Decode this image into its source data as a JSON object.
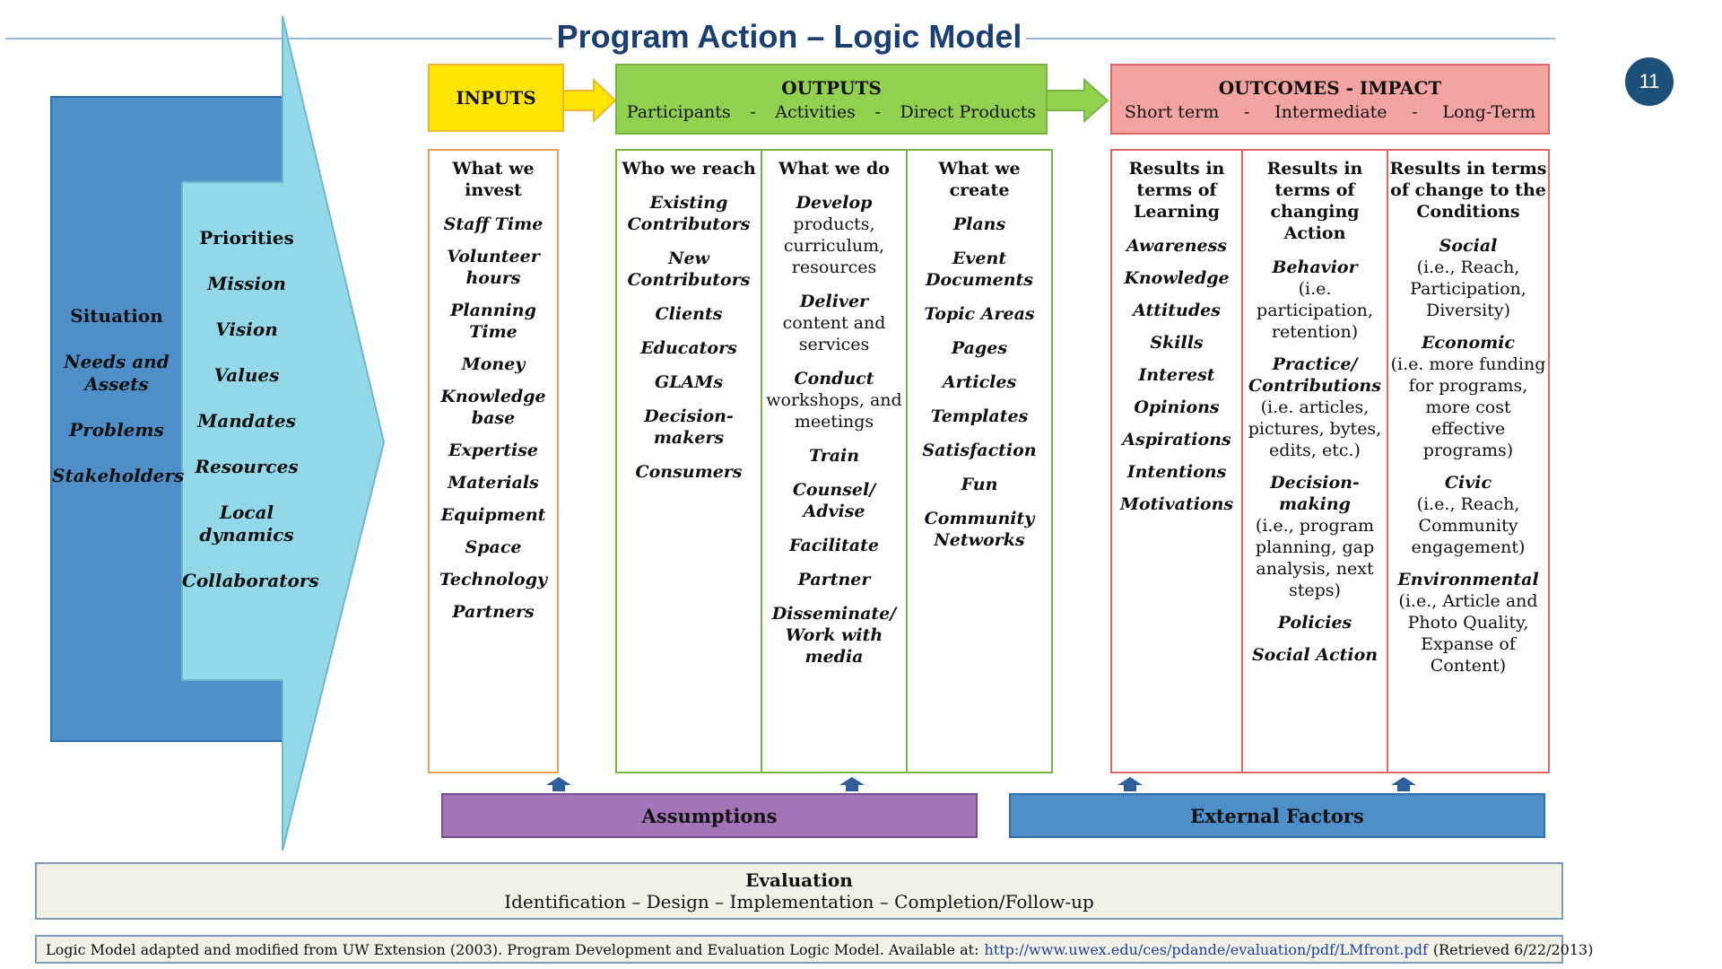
{
  "page": {
    "title": "Program Action – Logic Model",
    "page_number": "11"
  },
  "left": {
    "situation": [
      {
        "text": "Situation",
        "italic": false
      },
      {
        "text": "Needs and Assets",
        "italic": true
      },
      {
        "text": "Problems",
        "italic": true
      },
      {
        "text": "Stakeholders",
        "italic": true
      }
    ],
    "priorities": [
      {
        "text": "Priorities",
        "italic": false
      },
      {
        "text": "Mission",
        "italic": true
      },
      {
        "text": "Vision",
        "italic": true
      },
      {
        "text": "Values",
        "italic": true
      },
      {
        "text": "Mandates",
        "italic": true
      },
      {
        "text": "Resources",
        "italic": true
      },
      {
        "text": "Local dynamics",
        "italic": true
      },
      {
        "text": "Collaborators",
        "italic": true
      }
    ]
  },
  "headers": {
    "inputs": "INPUTS",
    "outputs": {
      "title": "OUTPUTS",
      "subs": [
        "Participants",
        "-",
        "Activities",
        "-",
        "Direct Products"
      ]
    },
    "outcomes": {
      "title": "OUTCOMES - IMPACT",
      "subs": [
        "Short term",
        "-",
        "Intermediate",
        "-",
        "Long-Term"
      ]
    }
  },
  "columns": {
    "inputs": {
      "head": "What we invest",
      "items": [
        "Staff Time",
        "Volunteer hours",
        "Planning Time",
        "Money",
        "Knowledge base",
        "Expertise",
        "Materials",
        "Equipment",
        "Space",
        "Technology",
        "Partners"
      ]
    },
    "participants": {
      "head": "Who we reach",
      "items": [
        "Existing Contributors",
        "New Contributors",
        "Clients",
        "Educators",
        "GLAMs",
        "Decision-makers",
        "Consumers"
      ]
    },
    "activities": {
      "head": "What we do",
      "items": [
        {
          "t": "Develop",
          "d": "products, curriculum, resources"
        },
        {
          "t": "Deliver",
          "d": "content and services"
        },
        {
          "t": "Conduct",
          "d": "workshops, and meetings"
        },
        {
          "t": "Train",
          "d": ""
        },
        {
          "t": "Counsel/ Advise",
          "d": ""
        },
        {
          "t": "Facilitate",
          "d": ""
        },
        {
          "t": "Partner",
          "d": ""
        },
        {
          "t": "Disseminate/ Work with media",
          "d": ""
        }
      ]
    },
    "products": {
      "head": "What we create",
      "items": [
        "Plans",
        "Event Documents",
        "Topic Areas",
        "Pages",
        "Articles",
        "Templates",
        "Satisfaction",
        "Fun",
        "Community Networks"
      ]
    },
    "short": {
      "head": "Results in terms of Learning",
      "items": [
        "Awareness",
        "Knowledge",
        "Attitudes",
        "Skills",
        "Interest",
        "Opinions",
        "Aspirations",
        "Intentions",
        "Motivations"
      ]
    },
    "intermediate": {
      "head": "Results in terms of changing Action",
      "items": [
        {
          "t": "Behavior",
          "d": "(i.e. participation, retention)"
        },
        {
          "t": "Practice/ Contributions",
          "d": "(i.e. articles, pictures, bytes, edits, etc.)"
        },
        {
          "t": "Decision-making",
          "d": "(i.e., program planning, gap analysis, next steps)"
        },
        {
          "t": "Policies",
          "d": ""
        },
        {
          "t": "Social Action",
          "d": ""
        }
      ]
    },
    "long": {
      "head": "Results in terms of change to the Conditions",
      "items": [
        {
          "t": "Social",
          "d": "(i.e.,  Reach, Participation, Diversity)"
        },
        {
          "t": "Economic",
          "d": "(i.e. more funding for programs, more cost effective programs)"
        },
        {
          "t": "Civic",
          "d": "(i.e., Reach, Community engagement)"
        },
        {
          "t": "Environmental",
          "d": "(i.e., Article and Photo Quality, Expanse of Content)"
        }
      ]
    }
  },
  "bars": {
    "assumptions": "Assumptions",
    "external": "External Factors"
  },
  "evaluation": {
    "title": "Evaluation",
    "phases": "Identification – Design – Implementation – Completion/Follow-up"
  },
  "source": {
    "text": "Logic Model adapted and modified from UW Extension (2003). Program Development and Evaluation Logic Model. Available at:",
    "url": "http://www.uwex.edu/ces/pdande/evaluation/pdf/LMfront.pdf",
    "retrieved": "(Retrieved 6/22/2013)"
  },
  "colors": {
    "title": "#1b3f73",
    "inputs": "#ffe600",
    "outputs": "#92d050",
    "outcomes": "#f4a3a3",
    "assumptions": "#a374b8",
    "external": "#4f8fc9",
    "arrow": "#92d8e8"
  }
}
